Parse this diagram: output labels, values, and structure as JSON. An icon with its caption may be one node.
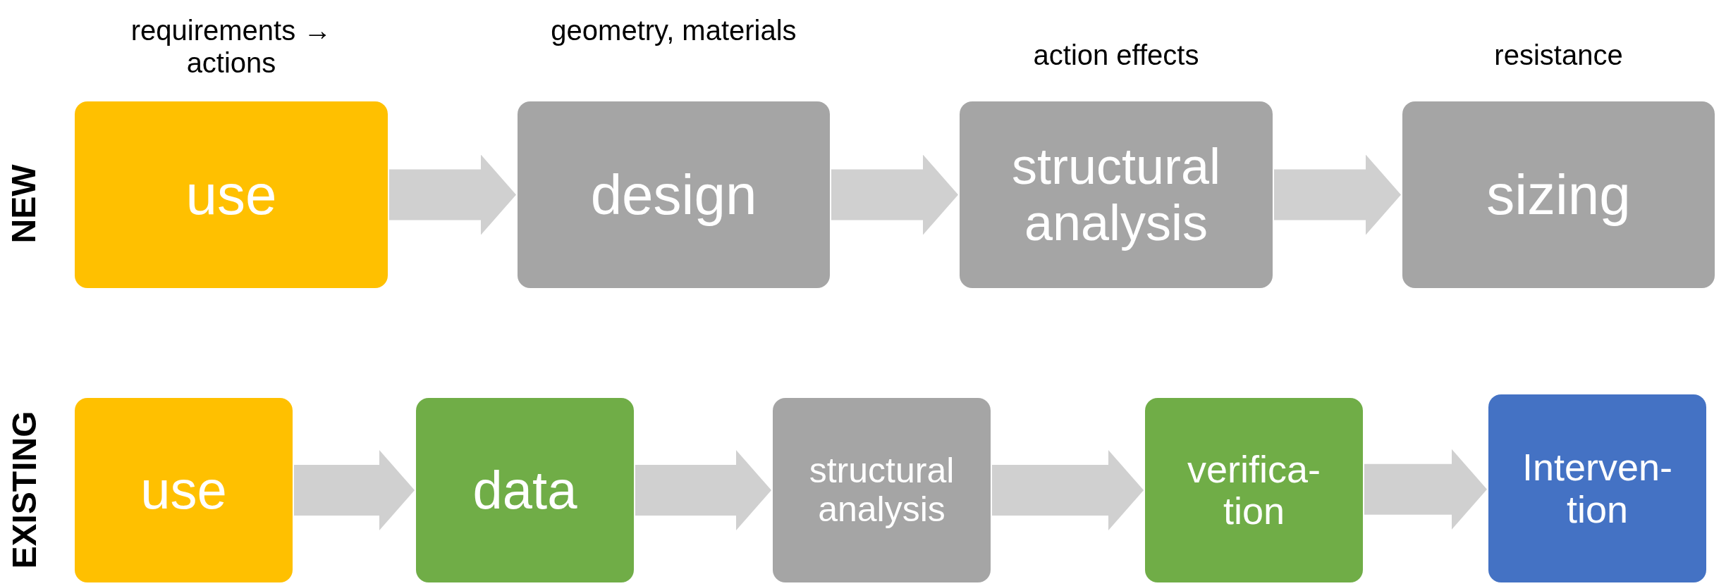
{
  "diagram": {
    "nodes": [
      {
        "text": [
          "use"
        ],
        "beside": [
          "requirements → actions"
        ]
      },
      {
        "text": [
          "design"
        ],
        "beside": [
          "geometry, materials"
        ]
      },
      {
        "text": [
          "structural analysis"
        ],
        "beside": [
          "action effects"
        ]
      },
      {
        "text": [
          "sizing"
        ],
        "beside": [
          "resistance"
        ]
      },
      {
        "text": [
          "use"
        ]
      },
      {
        "text": [
          "data"
        ]
      },
      {
        "text": [
          "structural analysis"
        ]
      },
      {
        "text": [
          "verifica- tion"
        ]
      },
      {
        "text": [
          "Interven- tion"
        ]
      }
    ],
    "edges": [
      {
        "from": 0,
        "to": 1,
        "arrow": "to"
      },
      {
        "from": 1,
        "to": 2,
        "arrow": "to"
      },
      {
        "from": 2,
        "to": 3,
        "arrow": "to"
      },
      {
        "from": 4,
        "to": 5,
        "arrow": "to"
      },
      {
        "from": 5,
        "to": 6,
        "arrow": "to"
      },
      {
        "from": 6,
        "to": 7,
        "arrow": "to"
      },
      {
        "from": 7,
        "to": 8,
        "arrow": "to"
      }
    ],
    "labels": [
      "NEW",
      "EXISTING"
    ]
  }
}
